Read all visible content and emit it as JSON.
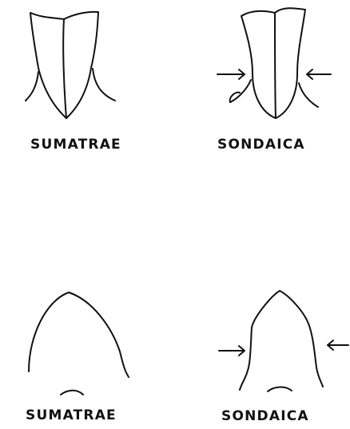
{
  "figure": {
    "panels": [
      {
        "id": "top-left",
        "label": "SUMATRAE",
        "arrows": false
      },
      {
        "id": "top-right",
        "label": "SONDAICA",
        "arrows": true
      },
      {
        "id": "bottom-left",
        "label": "SUMATRAE",
        "arrows": false
      },
      {
        "id": "bottom-right",
        "label": "SONDAICA",
        "arrows": true
      }
    ]
  }
}
